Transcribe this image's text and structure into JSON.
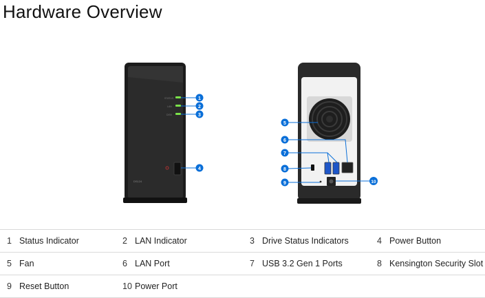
{
  "page": {
    "title": "Hardware Overview"
  },
  "device": {
    "front_model_text": "DS124",
    "front_led_labels": [
      "STATUS",
      "LAN",
      "DISK"
    ]
  },
  "callouts": [
    "1",
    "2",
    "3",
    "4",
    "5",
    "6",
    "7",
    "8",
    "9",
    "10"
  ],
  "legend": [
    {
      "num": "1",
      "label": "Status Indicator"
    },
    {
      "num": "2",
      "label": "LAN Indicator"
    },
    {
      "num": "3",
      "label": "Drive Status Indicators"
    },
    {
      "num": "4",
      "label": "Power Button"
    },
    {
      "num": "5",
      "label": "Fan"
    },
    {
      "num": "6",
      "label": "LAN Port"
    },
    {
      "num": "7",
      "label": "USB 3.2 Gen 1 Ports"
    },
    {
      "num": "8",
      "label": "Kensington Security Slot"
    },
    {
      "num": "9",
      "label": "Reset Button"
    },
    {
      "num": "10",
      "label": "Power Port"
    }
  ],
  "colors": {
    "callout": "#0a6fd8",
    "led": "#7be24a",
    "chassis": "#2a2a2a"
  }
}
